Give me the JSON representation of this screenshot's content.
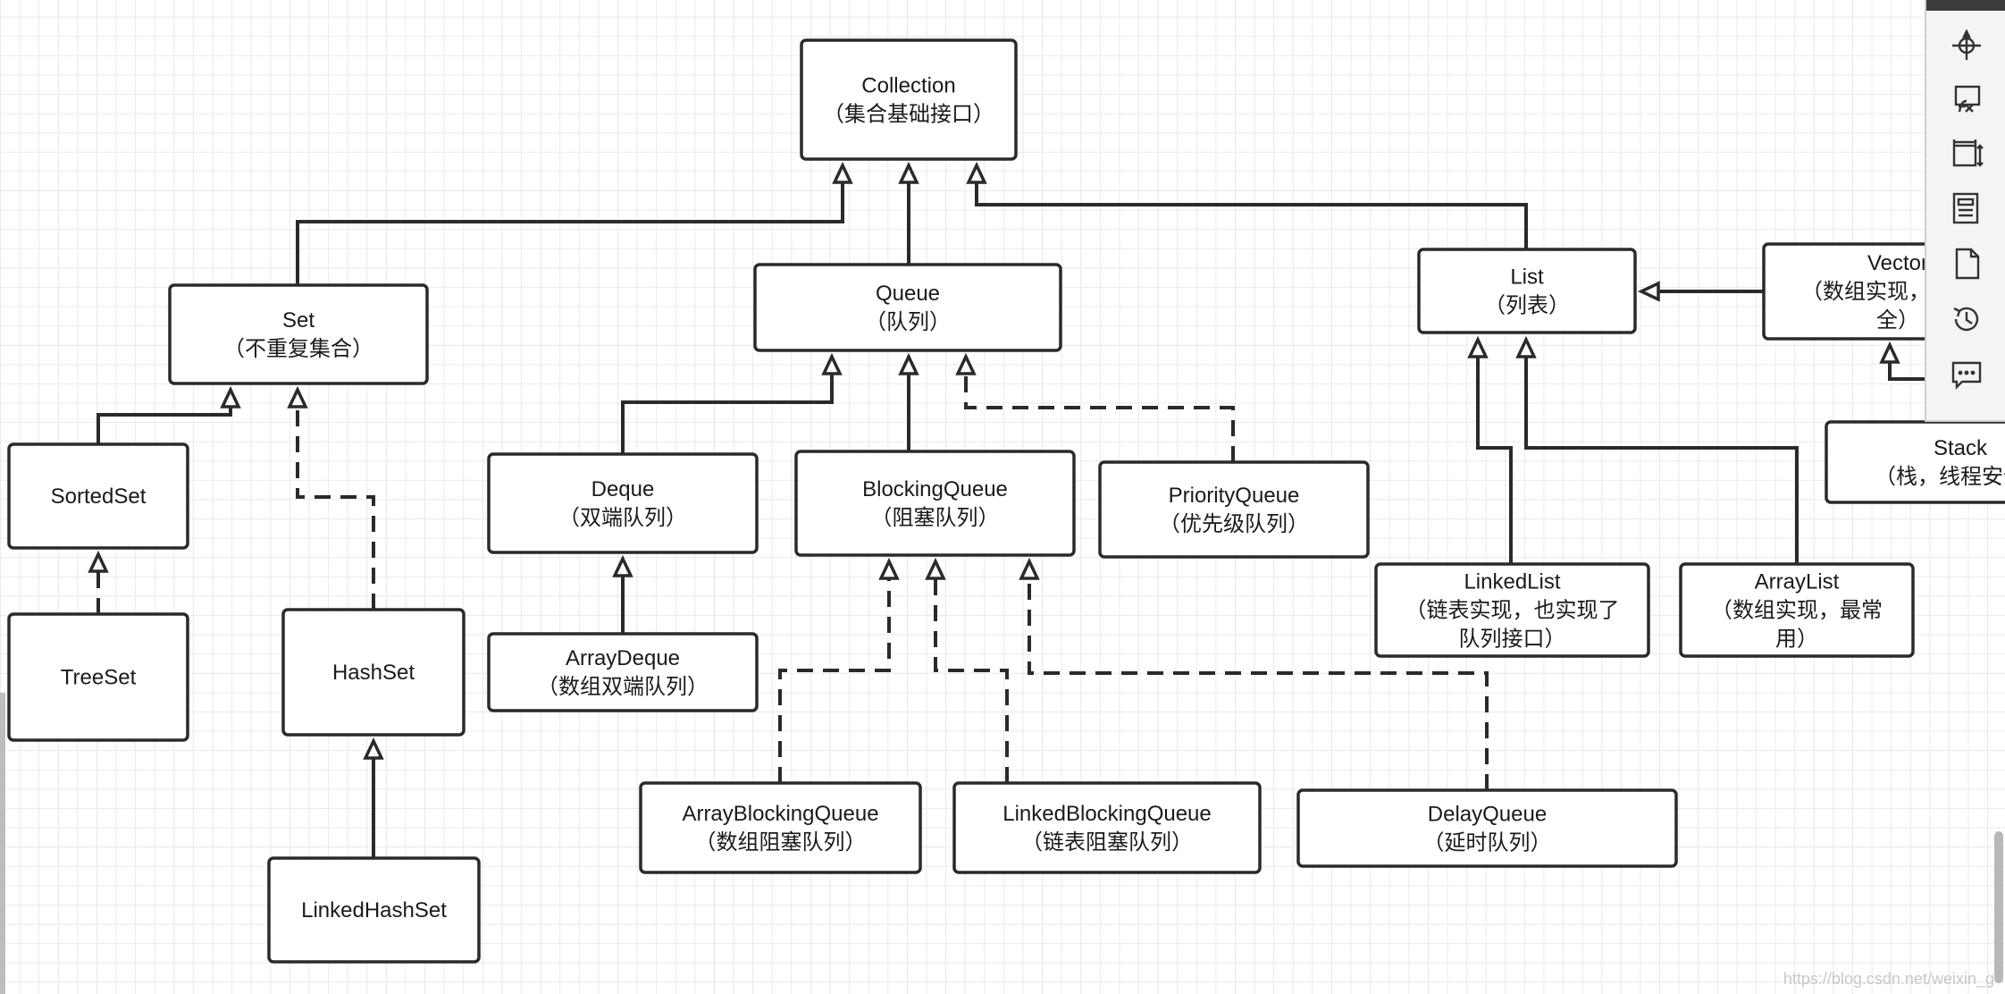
{
  "diagram": {
    "nodes": [
      {
        "id": "collection",
        "lines": [
          "Collection",
          "（集合基础接口）"
        ]
      },
      {
        "id": "set",
        "lines": [
          "Set",
          "（不重复集合）"
        ]
      },
      {
        "id": "queue",
        "lines": [
          "Queue",
          "（队列）"
        ]
      },
      {
        "id": "list",
        "lines": [
          "List",
          "（列表）"
        ]
      },
      {
        "id": "vector",
        "lines": [
          "Vector",
          "（数组实现，线程安",
          "全）"
        ]
      },
      {
        "id": "stack",
        "lines": [
          "Stack",
          "（栈，线程安全）"
        ]
      },
      {
        "id": "sortedset",
        "lines": [
          "SortedSet"
        ]
      },
      {
        "id": "treeset",
        "lines": [
          "TreeSet"
        ]
      },
      {
        "id": "hashset",
        "lines": [
          "HashSet"
        ]
      },
      {
        "id": "linkedhashset",
        "lines": [
          "LinkedHashSet"
        ]
      },
      {
        "id": "deque",
        "lines": [
          "Deque",
          "（双端队列）"
        ]
      },
      {
        "id": "arraydeque",
        "lines": [
          "ArrayDeque",
          "（数组双端队列）"
        ]
      },
      {
        "id": "blockingqueue",
        "lines": [
          "BlockingQueue",
          "（阻塞队列）"
        ]
      },
      {
        "id": "priorityqueue",
        "lines": [
          "PriorityQueue",
          "（优先级队列）"
        ]
      },
      {
        "id": "linkedlist",
        "lines": [
          "LinkedList",
          "（链表实现，也实现了",
          "队列接口）"
        ]
      },
      {
        "id": "arraylist",
        "lines": [
          "ArrayList",
          "（数组实现，最常",
          "用）"
        ]
      },
      {
        "id": "arrayblockingqueue",
        "lines": [
          "ArrayBlockingQueue",
          "（数组阻塞队列）"
        ]
      },
      {
        "id": "linkedblockingqueue",
        "lines": [
          "LinkedBlockingQueue",
          "（链表阻塞队列）"
        ]
      },
      {
        "id": "delayqueue",
        "lines": [
          "DelayQueue",
          "（延时队列）"
        ]
      }
    ],
    "edges": [
      {
        "from": "set",
        "to": "collection",
        "style": "solid"
      },
      {
        "from": "queue",
        "to": "collection",
        "style": "solid"
      },
      {
        "from": "list",
        "to": "collection",
        "style": "solid"
      },
      {
        "from": "vector",
        "to": "list",
        "style": "solid"
      },
      {
        "from": "stack",
        "to": "vector",
        "style": "solid"
      },
      {
        "from": "sortedset",
        "to": "set",
        "style": "solid"
      },
      {
        "from": "hashset",
        "to": "set",
        "style": "dashed"
      },
      {
        "from": "treeset",
        "to": "sortedset",
        "style": "dashed"
      },
      {
        "from": "linkedhashset",
        "to": "hashset",
        "style": "solid"
      },
      {
        "from": "deque",
        "to": "queue",
        "style": "solid"
      },
      {
        "from": "blockingqueue",
        "to": "queue",
        "style": "solid"
      },
      {
        "from": "priorityqueue",
        "to": "queue",
        "style": "dashed"
      },
      {
        "from": "arraydeque",
        "to": "deque",
        "style": "solid"
      },
      {
        "from": "arrayblockingqueue",
        "to": "blockingqueue",
        "style": "dashed"
      },
      {
        "from": "linkedblockingqueue",
        "to": "blockingqueue",
        "style": "dashed"
      },
      {
        "from": "delayqueue",
        "to": "blockingqueue",
        "style": "dashed"
      },
      {
        "from": "linkedlist",
        "to": "list",
        "style": "solid"
      },
      {
        "from": "arraylist",
        "to": "list",
        "style": "solid"
      }
    ]
  },
  "toolbar": {
    "tools": [
      {
        "name": "navigate-icon"
      },
      {
        "name": "formula-icon"
      },
      {
        "name": "resize-page-icon"
      },
      {
        "name": "layers-icon"
      },
      {
        "name": "page-icon"
      },
      {
        "name": "history-icon"
      },
      {
        "name": "comment-icon"
      }
    ]
  },
  "watermark": "https://blog.csdn.net/weixin_g"
}
